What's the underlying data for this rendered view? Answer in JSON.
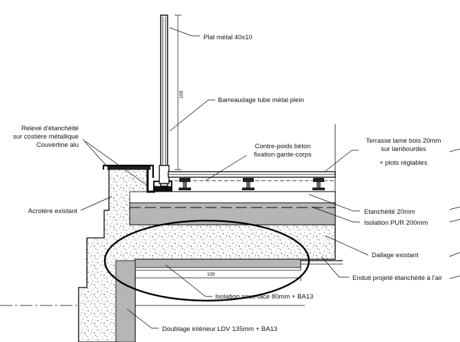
{
  "labels": {
    "plat_metal": "Plat métal 40x10",
    "barreaudage": "Barreaudage tube métal plein",
    "releve_1": "Relevé d'étanchéité",
    "releve_2": "sur costière métallique",
    "couvertine": "Couvertine alu",
    "contre_poids_1": "Contre-poids béton",
    "contre_poids_2": "fixation garde-corps",
    "terrasse_1": "Terrasse lame bois 20mm",
    "terrasse_2": "sur lambourdes",
    "terrasse_3": "+ plots réglables",
    "acrotere": "Acrotère existant",
    "etancheite": "Etanchéité 20mm",
    "isolation_pur": "Isolation PUR 200mm",
    "dallage": "Dallage existant",
    "enduit": "Enduit projeté étanchéité à l'air",
    "isolation_sous_face": "Isolation sous-face 80mm + BA13",
    "doublage": "Doublage intérieur  LDV 135mm + BA13"
  },
  "dimensions": {
    "railing_height": "100",
    "ceiling_width": "100"
  }
}
